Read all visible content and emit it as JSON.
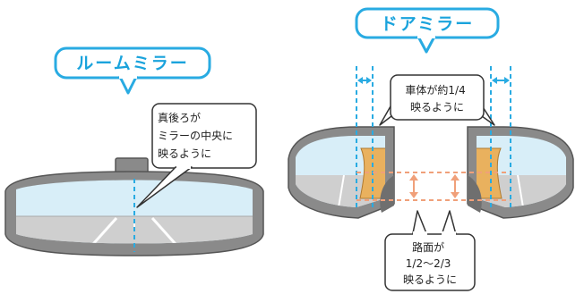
{
  "room_mirror": {
    "title": "ルームミラー",
    "note_lines": [
      "真後ろが",
      "ミラーの中央に",
      "映るように"
    ]
  },
  "door_mirror": {
    "title": "ドアミラー",
    "body_note_lines": [
      "車体が約1/4",
      "映るように"
    ],
    "road_note_lines": [
      "路面が",
      "1/2〜2/3",
      "映るように"
    ]
  },
  "colors": {
    "accent": "#29abe2",
    "title_text": "#1aa3dc",
    "guide_orange": "#f0a07a",
    "mirror_frame": "#7d7d7d",
    "mirror_glass": "#d8eef8",
    "road": "#cfcfcf",
    "arm": "#e9b15e"
  }
}
